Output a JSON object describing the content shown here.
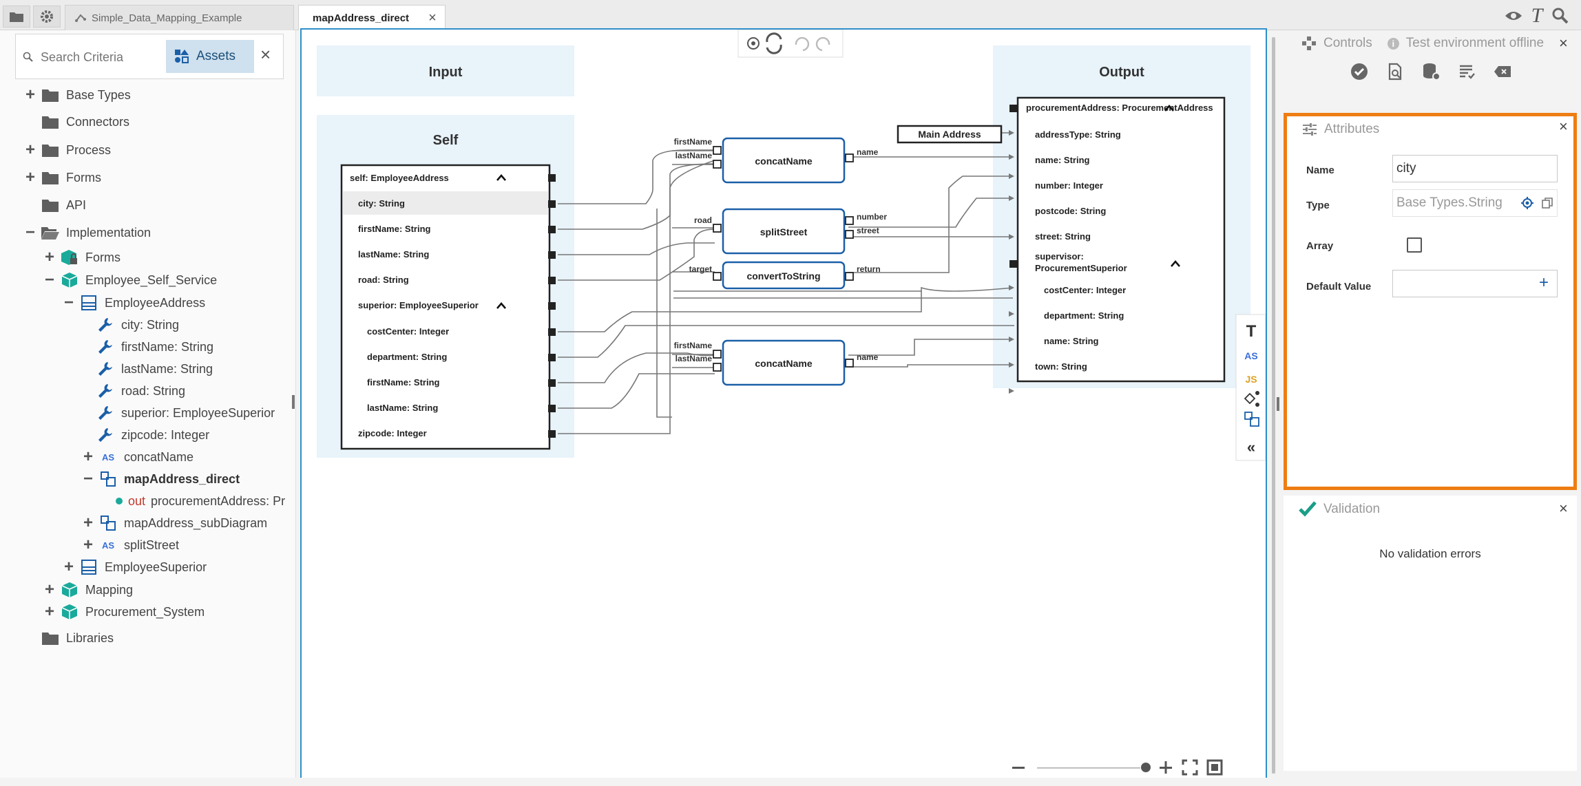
{
  "topbar": {
    "folder_icon": "folder-icon",
    "settings_icon": "gear-icon",
    "tabs": [
      {
        "label": "Simple_Data_Mapping_Example",
        "active": false
      },
      {
        "label": "mapAddress_direct",
        "active": true
      }
    ],
    "right_icons": [
      "eye-icon",
      "text-format-icon",
      "search-icon"
    ]
  },
  "sidebar": {
    "search_placeholder": "Search Criteria",
    "assets_label": "Assets",
    "tree": [
      {
        "label": "Base Types",
        "exp": "+",
        "icon": "folder-icon"
      },
      {
        "label": "Connectors",
        "exp": "",
        "icon": "folder-icon"
      },
      {
        "label": "Process",
        "exp": "+",
        "icon": "folder-icon"
      },
      {
        "label": "Forms",
        "exp": "+",
        "icon": "folder-icon"
      },
      {
        "label": "API",
        "exp": "",
        "icon": "folder-icon"
      },
      {
        "label": "Implementation",
        "exp": "−",
        "icon": "folder-open-icon"
      },
      {
        "label": "Forms",
        "exp": "+",
        "icon": "package-lock-icon"
      },
      {
        "label": "Employee_Self_Service",
        "exp": "−",
        "icon": "package-icon"
      },
      {
        "label": "EmployeeAddress",
        "exp": "−",
        "icon": "type-icon"
      },
      {
        "label": "city: String",
        "exp": "",
        "icon": "wrench-icon"
      },
      {
        "label": "firstName: String",
        "exp": "",
        "icon": "wrench-icon"
      },
      {
        "label": "lastName: String",
        "exp": "",
        "icon": "wrench-icon"
      },
      {
        "label": "road: String",
        "exp": "",
        "icon": "wrench-icon"
      },
      {
        "label": "superior: EmployeeSuperior",
        "exp": "",
        "icon": "wrench-icon"
      },
      {
        "label": "zipcode: Integer",
        "exp": "",
        "icon": "wrench-icon"
      },
      {
        "label": "concatName",
        "exp": "+",
        "icon": "as-icon"
      },
      {
        "label": "mapAddress_direct",
        "exp": "−",
        "icon": "mapping-icon"
      },
      {
        "label": "procurementAddress: Pr",
        "prefix": "out",
        "exp": "",
        "icon": "dot-icon"
      },
      {
        "label": "mapAddress_subDiagram",
        "exp": "+",
        "icon": "mapping-icon"
      },
      {
        "label": "splitStreet",
        "exp": "+",
        "icon": "as-icon"
      },
      {
        "label": "EmployeeSuperior",
        "exp": "+",
        "icon": "type-icon"
      },
      {
        "label": "Mapping",
        "exp": "+",
        "icon": "package-icon"
      },
      {
        "label": "Procurement_System",
        "exp": "+",
        "icon": "package-icon"
      },
      {
        "label": "Libraries",
        "exp": "",
        "icon": "folder-icon"
      }
    ]
  },
  "diagram": {
    "input_title": "Input",
    "self_title": "Self",
    "output_title": "Output",
    "self_header": "self: EmployeeAddress",
    "self_fields": [
      "city: String",
      "firstName: String",
      "lastName: String",
      "road: String",
      "superior: EmployeeSuperior",
      "costCenter: Integer",
      "department: String",
      "firstName: String",
      "lastName: String",
      "zipcode: Integer"
    ],
    "output_header": "procurementAddress: ProcurementAddress",
    "output_fields": [
      "addressType: String",
      "name: String",
      "number: Integer",
      "postcode: String",
      "street: String",
      "supervisor:",
      "ProcurementSuperior",
      "costCenter: Integer",
      "department: String",
      "name: String",
      "town: String"
    ],
    "functions": {
      "concat1": "concatName",
      "split": "splitStreet",
      "convert": "convertToString",
      "concat2": "concatName"
    },
    "port_labels": {
      "firstName": "firstName",
      "lastName": "lastName",
      "road": "road",
      "target": "target",
      "name": "name",
      "number": "number",
      "street": "street",
      "return": "return"
    },
    "constant": "Main Address"
  },
  "right": {
    "controls_label": "Controls",
    "test_env_label": "Test environment offline",
    "attributes": {
      "title": "Attributes",
      "name_label": "Name",
      "name_value": "city",
      "type_label": "Type",
      "type_placeholder": "Base Types.String",
      "array_label": "Array",
      "default_label": "Default Value"
    },
    "validation": {
      "title": "Validation",
      "message": "No validation errors"
    }
  }
}
